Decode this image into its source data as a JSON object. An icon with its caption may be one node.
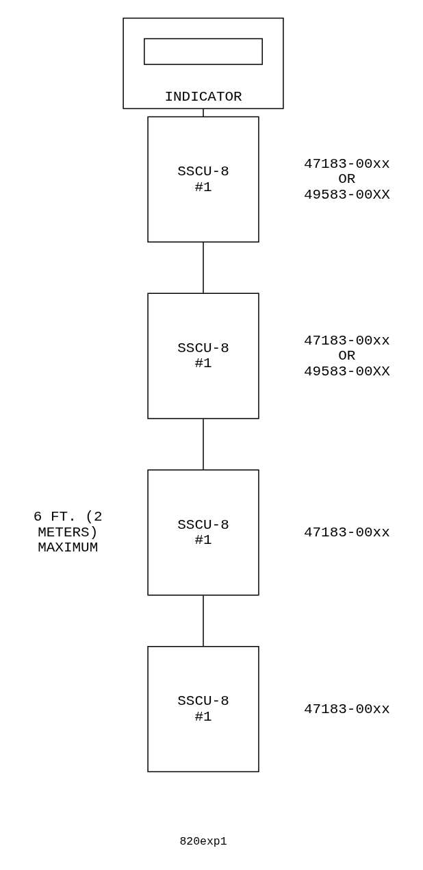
{
  "diagram": {
    "nodes": [
      {
        "text": [
          "INDICATOR"
        ]
      },
      {
        "text": [],
        "shape": "box",
        "in": 0
      },
      {
        "text": [
          "SSCU-8 #1"
        ],
        "beside": [
          "47183-00xx OR 49583-00XX"
        ]
      },
      {
        "text": [
          "SSCU-8 #1"
        ],
        "beside": [
          "47183-00xx OR 49583-00XX"
        ]
      },
      {
        "text": [
          "SSCU-8 #1"
        ],
        "beside": [
          "47183-00xx"
        ]
      },
      {
        "text": [
          "SSCU-8 #1"
        ],
        "beside": [
          "47183-00xx"
        ]
      }
    ],
    "edges": [
      {
        "from": 0,
        "to": 2,
        "arrow": "none"
      },
      {
        "from": 2,
        "to": 3,
        "arrow": "none"
      },
      {
        "from": 3,
        "to": 4,
        "arrow": "none"
      },
      {
        "from": 4,
        "to": 5,
        "arrow": "none"
      }
    ],
    "labels": [
      "6 FT. (2 METERS) MAXIMUM",
      "820exp1"
    ]
  }
}
